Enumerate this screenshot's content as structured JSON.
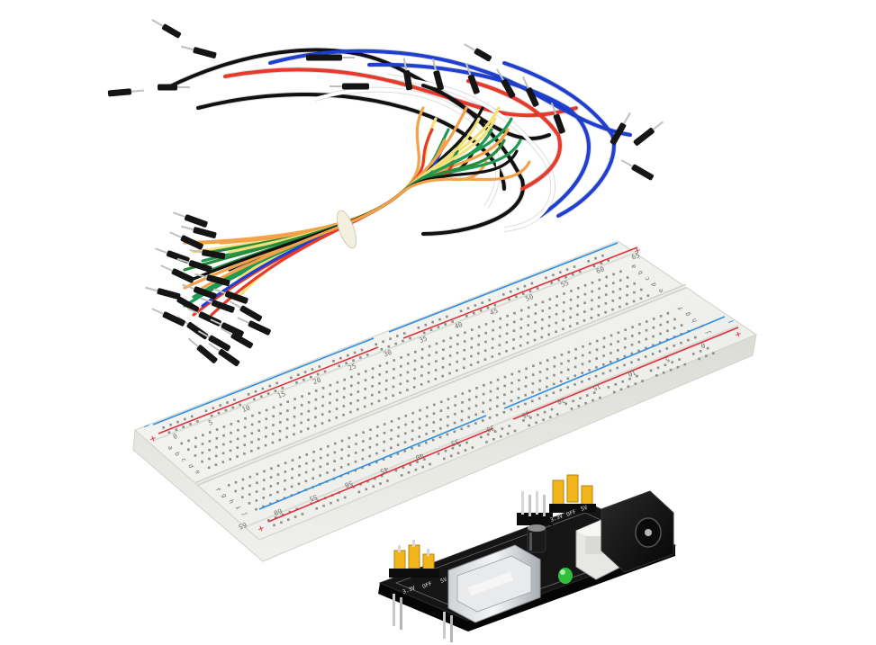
{
  "breadboard": {
    "column_markers": [
      "0",
      "5",
      "10",
      "15",
      "20",
      "25",
      "30",
      "35",
      "40",
      "45",
      "50",
      "55",
      "60",
      "65"
    ],
    "row_letters_left": [
      "a",
      "b",
      "c",
      "d",
      "e",
      "f",
      "g",
      "h",
      "i",
      "j"
    ],
    "rail_plus": "+",
    "rail_minus": "−"
  },
  "power_module": {
    "labels": [
      "3.3V",
      "OFF",
      "5V"
    ]
  },
  "colors": {
    "board": "#f1f1ee",
    "board_edge": "#d9d9d4",
    "rail_red": "#e0303a",
    "rail_blue": "#2f8fe0",
    "pcb": "#141414",
    "jumper_yellow": "#f2b51c",
    "led_green": "#2fbf3a"
  },
  "wire_colors": [
    "#111111",
    "#e63a2a",
    "#1f3fd0",
    "#ffffff",
    "#f3a24a",
    "#f3e27a",
    "#1f9a53",
    "#2a8a3a"
  ]
}
